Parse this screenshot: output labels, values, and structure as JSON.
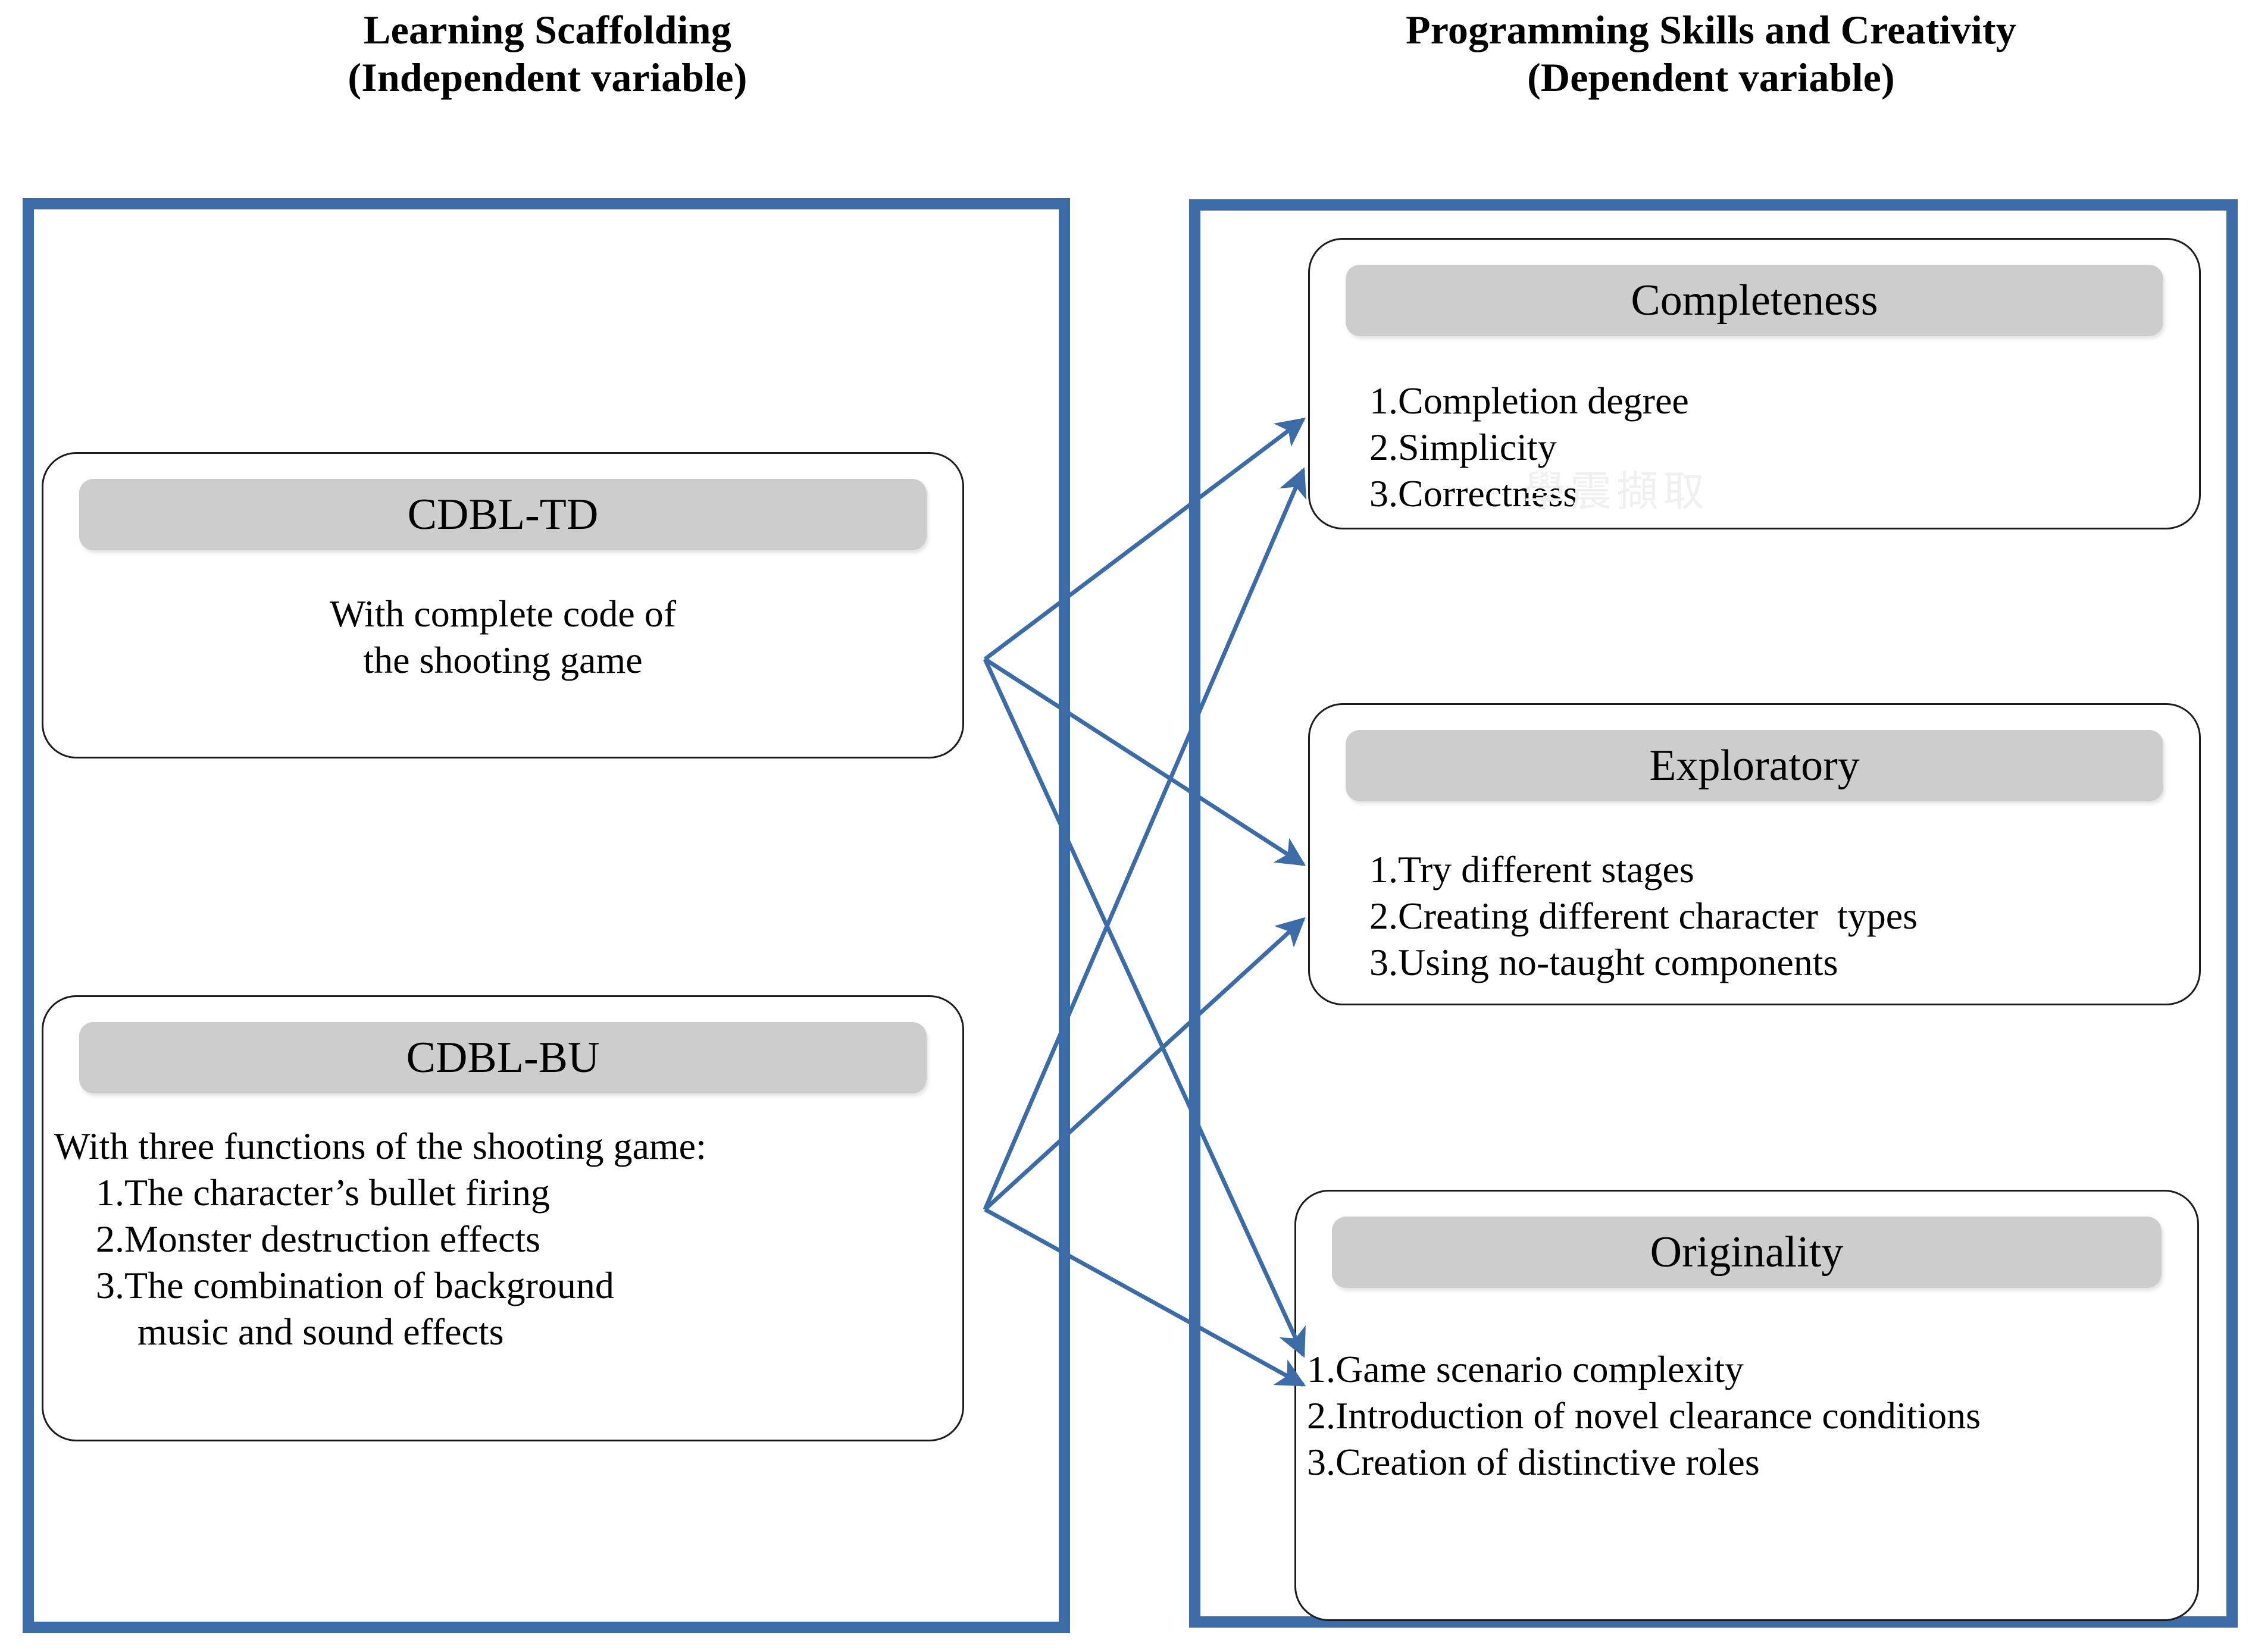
{
  "titles": {
    "left": {
      "line1": "Learning Scaffolding",
      "line2": "(Independent variable)"
    },
    "right": {
      "line1": "Programming Skills and Creativity",
      "line2": "(Dependent variable)"
    }
  },
  "colors": {
    "panel_border": "#3B6CA8",
    "arrow": "#3B6CA8",
    "card_header_fill": "#cdcdcd",
    "card_border": "#1c1c1c",
    "background": "#ffffff"
  },
  "left_panel": {
    "cards": [
      {
        "id": "cdbl-td",
        "header": "CDBL-TD",
        "lines": [
          "With complete code of",
          "the shooting game"
        ]
      },
      {
        "id": "cdbl-bu",
        "header": "CDBL-BU",
        "lines": [
          "With three functions of the shooting game:",
          "1.The character’s bullet firing",
          "2.Monster destruction effects",
          "3.The combination of background",
          "music and sound effects"
        ]
      }
    ]
  },
  "right_panel": {
    "cards": [
      {
        "id": "completeness",
        "header": "Completeness",
        "lines": [
          "1.Completion degree",
          "2.Simplicity",
          "3.Correctness"
        ]
      },
      {
        "id": "exploratory",
        "header": "Exploratory",
        "lines": [
          "1.Try different stages",
          "2.Creating different character  types",
          "3.Using no-taught components"
        ]
      },
      {
        "id": "originality",
        "header": "Originality",
        "lines": [
          "1.Game scenario complexity",
          "2.Introduction of novel clearance conditions",
          "3.Creation of distinctive roles"
        ]
      }
    ]
  },
  "watermark": {
    "text": "學震擷取"
  },
  "connections": [
    {
      "from": "cdbl-td",
      "to": "completeness"
    },
    {
      "from": "cdbl-td",
      "to": "exploratory"
    },
    {
      "from": "cdbl-td",
      "to": "originality"
    },
    {
      "from": "cdbl-bu",
      "to": "completeness"
    },
    {
      "from": "cdbl-bu",
      "to": "exploratory"
    },
    {
      "from": "cdbl-bu",
      "to": "originality"
    }
  ]
}
